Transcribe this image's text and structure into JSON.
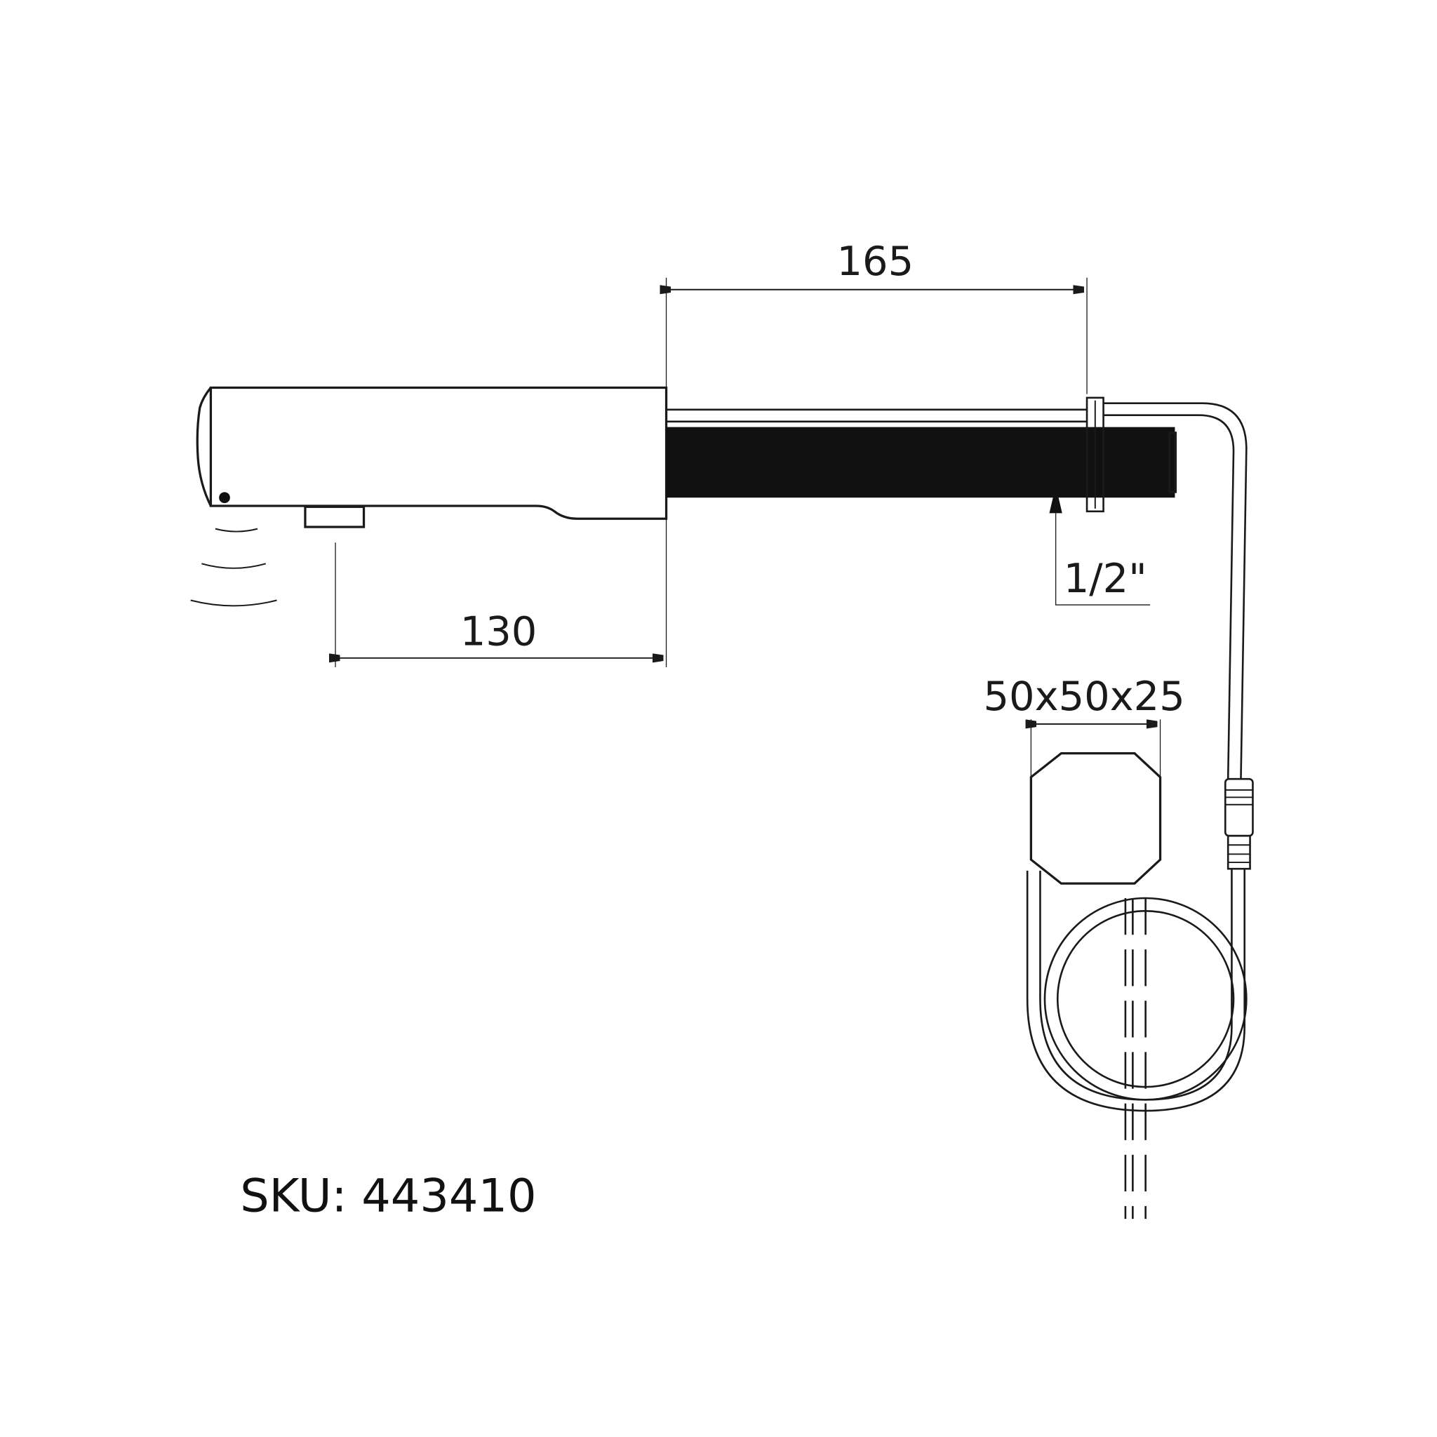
{
  "drawing": {
    "type": "technical-drawing",
    "subject": "wall-mounted electronic sensor tap with remote control box",
    "dimensions": {
      "pipe_length": "165",
      "spout_outlet_to_wall": "130",
      "thread_size": "1/2\"",
      "control_box": "50x50x25"
    },
    "sku_label": "SKU: 443410"
  }
}
